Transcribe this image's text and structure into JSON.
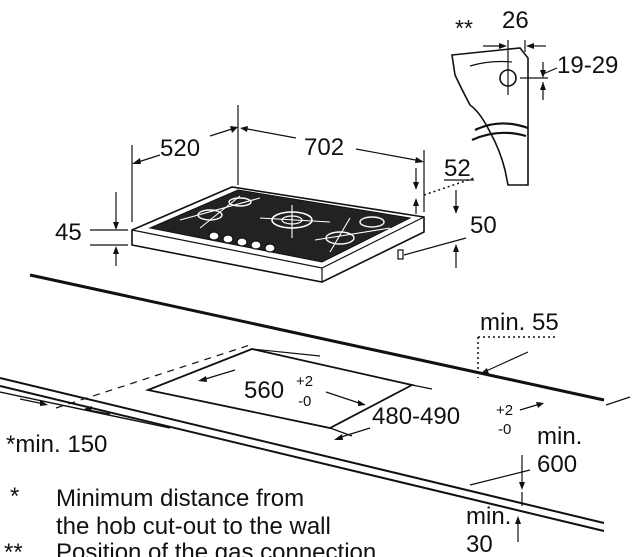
{
  "dimensions": {
    "d26": "26",
    "d1929": "19-29",
    "d520": "520",
    "d702": "702",
    "d52": "52",
    "d45": "45",
    "d50": "50",
    "min55": "min. 55",
    "d560": "560",
    "d560_tol_plus": "+2",
    "d560_tol_minus": "-0",
    "d480": "480-490",
    "d480_tol_plus": "+2",
    "d480_tol_minus": "-0",
    "min150": "*min. 150",
    "min600_a": "min.",
    "min600_b": "600",
    "min30_a": "min.",
    "min30_b": "30",
    "double_star": "**"
  },
  "notes": {
    "note1_star": "*",
    "note1_line1": "Minimum distance from",
    "note1_line2": "the hob cut-out to the wall",
    "note2_star": "**",
    "note2_line1": "Position of the gas connection"
  },
  "colors": {
    "line": "#111111",
    "background": "#ffffff"
  }
}
